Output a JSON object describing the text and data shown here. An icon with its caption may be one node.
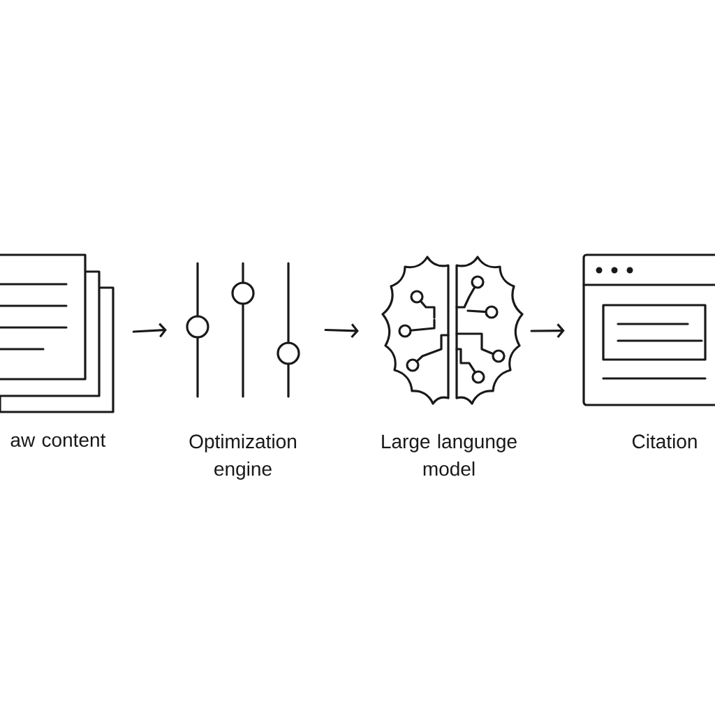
{
  "diagram": {
    "nodes": [
      {
        "text": [
          "aw content"
        ]
      },
      {
        "text": [
          "Optimization engine"
        ]
      },
      {
        "text": [
          "Large langunge model"
        ]
      },
      {
        "text": [
          "Citation"
        ]
      }
    ],
    "edges": [
      {
        "from": 0,
        "to": 1,
        "arrow": "to"
      },
      {
        "from": 1,
        "to": 2,
        "arrow": "to"
      },
      {
        "from": 2,
        "to": 3,
        "arrow": "to"
      }
    ]
  }
}
